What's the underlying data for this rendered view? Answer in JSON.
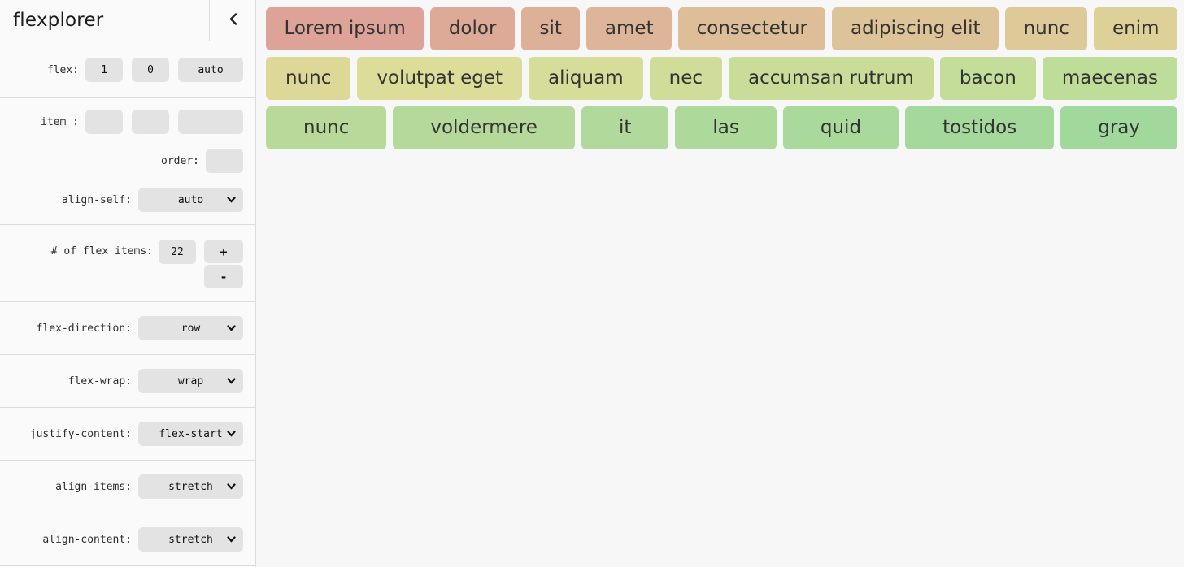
{
  "sidebar": {
    "title": "flexplorer",
    "flex_row": {
      "label": "flex:",
      "grow": "1",
      "shrink": "0",
      "basis": "auto"
    },
    "item_row": {
      "label": "item :",
      "grow": "",
      "shrink": "",
      "basis": ""
    },
    "order_row": {
      "label": "order:",
      "value": ""
    },
    "align_self": {
      "label": "align-self:",
      "value": "auto"
    },
    "count_row": {
      "label": "# of flex items:",
      "value": "22",
      "increment_label": "+",
      "decrement_label": "-"
    },
    "selects": [
      {
        "label": "flex-direction:",
        "value": "row"
      },
      {
        "label": "flex-wrap:",
        "value": "wrap"
      },
      {
        "label": "justify-content:",
        "value": "flex-start"
      },
      {
        "label": "align-items:",
        "value": "stretch"
      },
      {
        "label": "align-content:",
        "value": "stretch"
      }
    ]
  },
  "main": {
    "rows": [
      {
        "items": [
          {
            "label": "Lorem ipsum",
            "color": "#dda398"
          },
          {
            "label": "dolor",
            "color": "#ddaa98"
          },
          {
            "label": "sit",
            "color": "#ddb098"
          },
          {
            "label": "amet",
            "color": "#ddb598"
          },
          {
            "label": "consectetur",
            "color": "#ddbe98"
          },
          {
            "label": "adipiscing elit",
            "color": "#ddc398"
          },
          {
            "label": "nunc",
            "color": "#ddca98"
          },
          {
            "label": "enim",
            "color": "#ddd198"
          }
        ]
      },
      {
        "items": [
          {
            "label": "nunc",
            "color": "#ddd798"
          },
          {
            "label": "volutpat eget",
            "color": "#dbdd98"
          },
          {
            "label": "aliquam",
            "color": "#d6dd98"
          },
          {
            "label": "nec",
            "color": "#d0dd98"
          },
          {
            "label": "accumsan rutrum",
            "color": "#cadd98"
          },
          {
            "label": "bacon",
            "color": "#c4dd98"
          },
          {
            "label": "maecenas",
            "color": "#bedd98"
          }
        ]
      },
      {
        "items": [
          {
            "label": "nunc",
            "color": "#b9d99b"
          },
          {
            "label": "voldermere",
            "color": "#b5d99b"
          },
          {
            "label": "it",
            "color": "#b1d99b"
          },
          {
            "label": "las",
            "color": "#add99b"
          },
          {
            "label": "quid",
            "color": "#a9d99b"
          },
          {
            "label": "tostidos",
            "color": "#a4d99b"
          },
          {
            "label": "gray",
            "color": "#a0d99b"
          }
        ]
      }
    ]
  },
  "theme": {
    "sidebar_bg": "#fafafa",
    "main_bg": "#f7f7f7",
    "divider": "#dcdcdc",
    "control_bg": "#e3e3e3",
    "item_text": "#333333"
  }
}
